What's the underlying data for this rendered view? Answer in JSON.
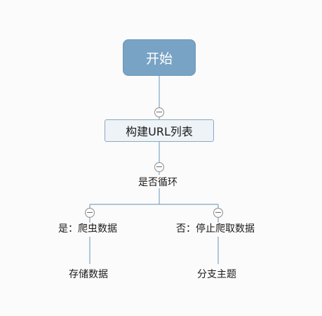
{
  "diagram": {
    "root": {
      "label": "开始"
    },
    "step1": {
      "label": "构建URL列表"
    },
    "decision": {
      "label": "是否循环"
    },
    "branch_yes": {
      "label": "是：爬虫数据"
    },
    "branch_no": {
      "label": "否：停止爬取数据"
    },
    "leaf_yes": {
      "label": "存储数据"
    },
    "leaf_no": {
      "label": "分支主题"
    }
  },
  "colors": {
    "root_fill": "#78a3c4",
    "connector": "#7fa6c4",
    "box_fill": "#eef3f7",
    "box_border": "#8aa8c2"
  }
}
